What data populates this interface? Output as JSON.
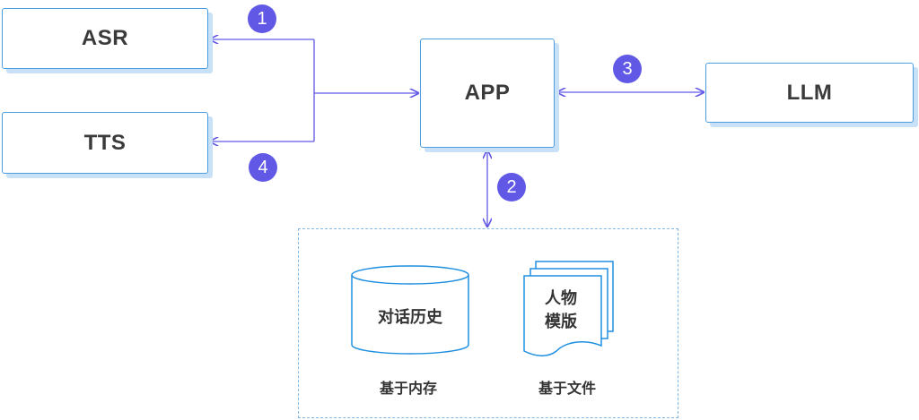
{
  "nodes": {
    "asr": "ASR",
    "tts": "TTS",
    "app": "APP",
    "llm": "LLM"
  },
  "steps": [
    "1",
    "2",
    "3",
    "4"
  ],
  "storage": {
    "history_label": "对话历史",
    "template_line1": "人物",
    "template_line2": "模版",
    "memory_caption": "基于内存",
    "file_caption": "基于文件"
  },
  "colors": {
    "box_border": "#4a9de0",
    "box_shadow": "#c9e1f6",
    "arrow": "#6159e6",
    "badge": "#6159e6"
  }
}
